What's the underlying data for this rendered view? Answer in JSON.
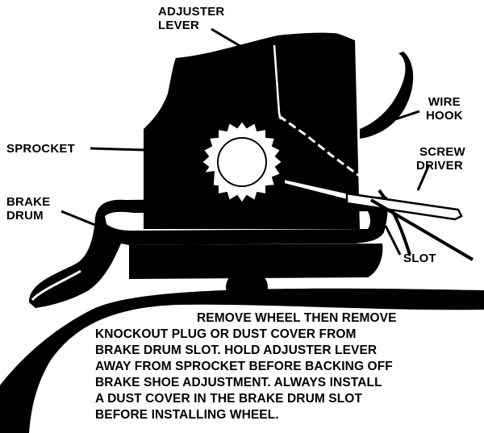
{
  "labels": {
    "adjuster_lever": [
      "ADJUSTER",
      "LEVER"
    ],
    "wire_hook": [
      "WIRE",
      "HOOK"
    ],
    "sprocket": "SPROCKET",
    "screw_driver": [
      "SCREW",
      "DRIVER"
    ],
    "brake_drum": [
      "BRAKE",
      "DRUM"
    ],
    "slot": "SLOT"
  },
  "instruction_lines": [
    "REMOVE WHEEL THEN REMOVE",
    "KNOCKOUT PLUG OR DUST COVER FROM",
    "BRAKE DRUM SLOT. HOLD ADJUSTER LEVER",
    "AWAY FROM SPROCKET BEFORE BACKING OFF",
    "BRAKE SHOE ADJUSTMENT. ALWAYS INSTALL",
    "A DUST COVER IN THE BRAKE DRUM SLOT",
    "BEFORE INSTALLING WHEEL."
  ],
  "colors": {
    "ink": "#000000",
    "paper": "#ffffff"
  }
}
